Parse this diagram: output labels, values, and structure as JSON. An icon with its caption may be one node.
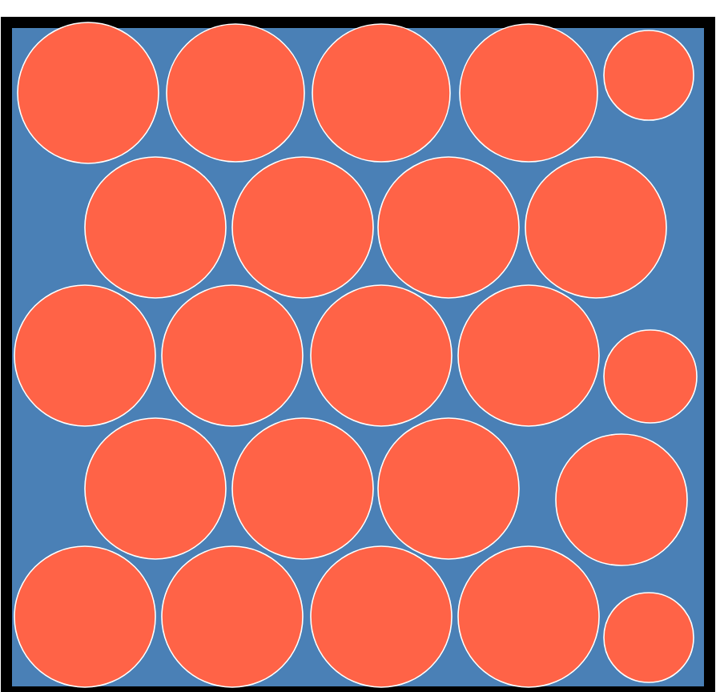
{
  "diagram": {
    "nodes": [
      {
        "text": [],
        "shape": "circle"
      },
      {
        "text": [],
        "shape": "circle"
      },
      {
        "text": [],
        "shape": "circle"
      },
      {
        "text": [],
        "shape": "circle"
      },
      {
        "text": [],
        "shape": "circle"
      },
      {
        "text": [],
        "shape": "circle"
      },
      {
        "text": [],
        "shape": "circle"
      },
      {
        "text": [],
        "shape": "circle"
      },
      {
        "text": [],
        "shape": "circle"
      },
      {
        "text": [],
        "shape": "circle"
      },
      {
        "text": [],
        "shape": "circle"
      },
      {
        "text": [],
        "shape": "circle"
      },
      {
        "text": [],
        "shape": "circle"
      },
      {
        "text": [],
        "shape": "circle"
      },
      {
        "text": [],
        "shape": "circle"
      },
      {
        "text": [],
        "shape": "circle"
      },
      {
        "text": [],
        "shape": "circle"
      },
      {
        "text": [],
        "shape": "circle"
      },
      {
        "text": [],
        "shape": "circle"
      },
      {
        "text": [],
        "shape": "circle"
      },
      {
        "text": [],
        "shape": "circle"
      },
      {
        "text": [],
        "shape": "circle"
      },
      {
        "text": [],
        "shape": "circle"
      }
    ]
  }
}
